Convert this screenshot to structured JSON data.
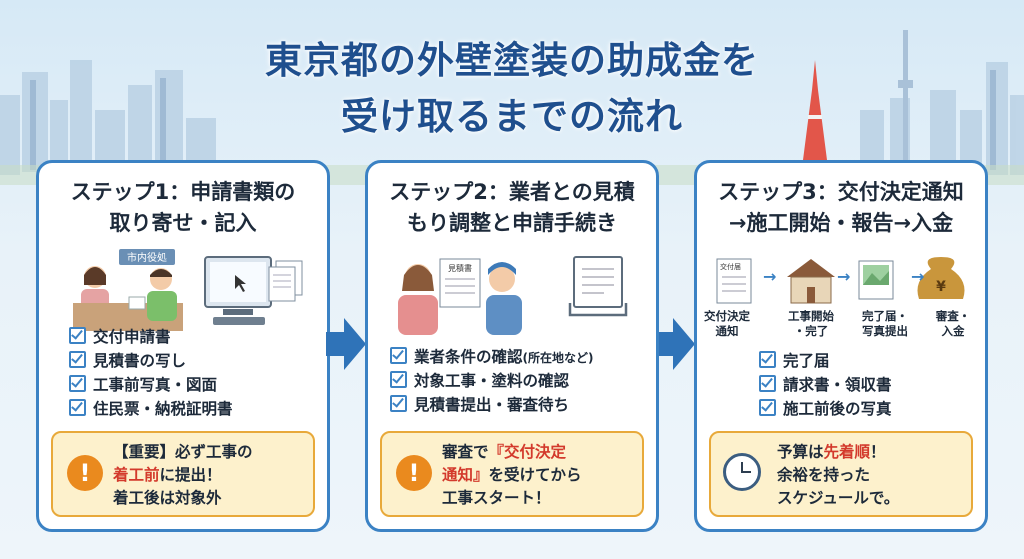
{
  "title": {
    "line1": "東京都の外壁塗装の助成金を",
    "line2": "受け取るまでの流れ"
  },
  "step1": {
    "heading_line1": "ステップ1：申請書類の",
    "heading_line2": "取り寄せ・記入",
    "office_sign": "市内役処",
    "checks": [
      "交付申請書",
      "見積書の写し",
      "工事前写真・図面",
      "住民票・納税証明書"
    ],
    "warning": {
      "part1": "【重要】必ず工事の",
      "highlight": "着工前",
      "part2": "に提出！",
      "line3": "着工後は対象外"
    }
  },
  "step2": {
    "heading_line1": "ステップ2：業者との見積",
    "heading_line2": "もり調整と申請手続き",
    "estimate_doc": "見積書",
    "checks": [
      "業者条件の確認",
      "対象工事・塗料の確認",
      "見積書提出・審査待ち"
    ],
    "check1_note": "(所在地など)",
    "warning": {
      "part1": "審査で",
      "highlight1": "『交付決定",
      "highlight2": "通知』",
      "part2": "を受けてから",
      "line3": "工事スタート！"
    }
  },
  "step3": {
    "heading_line1": "ステップ3：交付決定通知",
    "heading_line2": "→施工開始・報告→入金",
    "notice_doc": "交付届",
    "flow": [
      {
        "line1": "交付決定",
        "line2": "通知"
      },
      {
        "line1": "工事開始",
        "line2": "・完了"
      },
      {
        "line1": "完了届・",
        "line2": "写真提出"
      },
      {
        "line1": "審査・",
        "line2": "入金"
      }
    ],
    "yen": "¥",
    "checks": [
      "完了届",
      "請求書・領収書",
      "施工前後の写真"
    ],
    "note": {
      "part1": "予算は",
      "highlight": "先着順",
      "part2": "！",
      "line2": "余裕を持った",
      "line3": "スケジュールで。"
    }
  }
}
